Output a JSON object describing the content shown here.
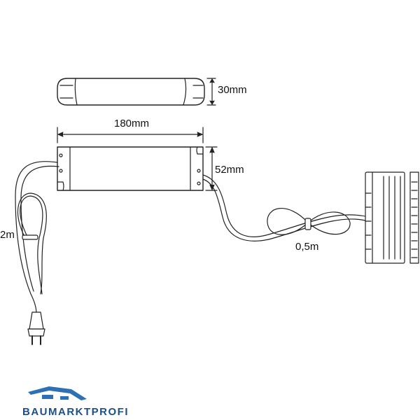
{
  "dimensions": {
    "height_side": "30mm",
    "length": "180mm",
    "width": "52mm",
    "mains_cable": "2m",
    "output_cable": "0,5m"
  },
  "brand": {
    "name": "BAUMARKTPROFI",
    "accent_color": "#2f6fb3",
    "text_color": "#1b4f8a"
  },
  "icons": {
    "plug": "euro-plug-icon",
    "distributor": "distributor-box-icon",
    "logo_roof": "roof-icon"
  }
}
